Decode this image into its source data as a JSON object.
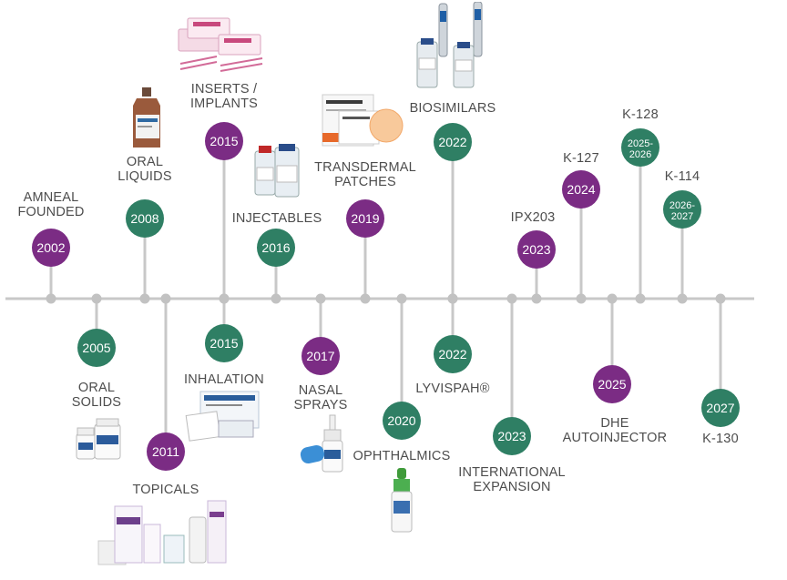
{
  "colors": {
    "purple": "#7b2c84",
    "green": "#2f7f64",
    "line": "#c8c8c8",
    "dot": "#c2c2c2",
    "text": "#4d4d4d"
  },
  "milestones": [
    {
      "id": "amneal-founded",
      "year": "2002",
      "label": "AMNEAL\nFOUNDED",
      "color": "purple",
      "side": "top"
    },
    {
      "id": "oral-solids",
      "year": "2005",
      "label": "ORAL\nSOLIDS",
      "color": "green",
      "side": "bottom",
      "icon": "pill-bottles"
    },
    {
      "id": "oral-liquids",
      "year": "2008",
      "label": "ORAL\nLIQUIDS",
      "color": "green",
      "side": "top",
      "icon": "liquid-bottle"
    },
    {
      "id": "topicals",
      "year": "2011",
      "label": "TOPICALS",
      "color": "purple",
      "side": "bottom",
      "icon": "topical-tubes"
    },
    {
      "id": "inserts-implants",
      "year": "2015",
      "label": "INSERTS /\nIMPLANTS",
      "color": "purple",
      "side": "top",
      "icon": "insert-packs"
    },
    {
      "id": "inhalation",
      "year": "2015",
      "label": "INHALATION",
      "color": "green",
      "side": "bottom",
      "icon": "inhalation-kit"
    },
    {
      "id": "injectables",
      "year": "2016",
      "label": "INJECTABLES",
      "color": "green",
      "side": "top",
      "icon": "vials"
    },
    {
      "id": "nasal-sprays",
      "year": "2017",
      "label": "NASAL\nSPRAYS",
      "color": "purple",
      "side": "bottom",
      "icon": "nasal-spray"
    },
    {
      "id": "transdermal-patches",
      "year": "2019",
      "label": "TRANSDERMAL\nPATCHES",
      "color": "purple",
      "side": "top",
      "icon": "patch-box"
    },
    {
      "id": "ophthalmics",
      "year": "2020",
      "label": "OPHTHALMICS",
      "color": "green",
      "side": "bottom",
      "icon": "eye-dropper"
    },
    {
      "id": "biosimilars",
      "year": "2022",
      "label": "BIOSIMILARS",
      "color": "green",
      "side": "top",
      "icon": "biosimilar-pens"
    },
    {
      "id": "lyvispah",
      "year": "2022",
      "label": "LYVISPAH®",
      "color": "green",
      "side": "bottom"
    },
    {
      "id": "international-expansion",
      "year": "2023",
      "label": "INTERNATIONAL\nEXPANSION",
      "color": "green",
      "side": "bottom"
    },
    {
      "id": "ipx203",
      "year": "2023",
      "label": "IPX203",
      "color": "purple",
      "side": "top"
    },
    {
      "id": "k-127",
      "year": "2024",
      "label": "K-127",
      "color": "purple",
      "side": "top"
    },
    {
      "id": "dhe-autoinjector",
      "year": "2025",
      "label": "DHE\nAUTOINJECTOR",
      "color": "purple",
      "side": "bottom"
    },
    {
      "id": "k-128",
      "year": "2025-\n2026",
      "label": "K-128",
      "color": "green",
      "side": "top"
    },
    {
      "id": "k-114",
      "year": "2026-\n2027",
      "label": "K-114",
      "color": "green",
      "side": "top"
    },
    {
      "id": "k-130",
      "year": "2027",
      "label": "K-130",
      "color": "green",
      "side": "bottom"
    }
  ]
}
